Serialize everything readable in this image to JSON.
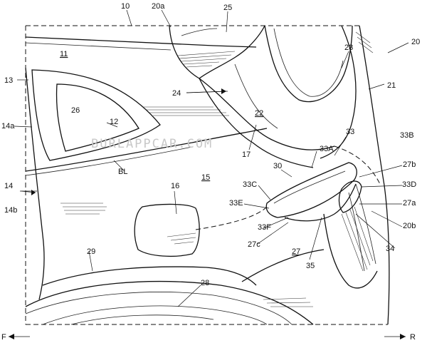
{
  "labels": {
    "n10": "10",
    "n20a": "20a",
    "n25": "25",
    "n20": "20",
    "n11": "11",
    "n23": "23",
    "n13": "13",
    "n21": "21",
    "n24": "24",
    "n26": "26",
    "n22": "22",
    "n12": "12",
    "n14a": "14a",
    "n33": "33",
    "n33B": "33B",
    "n17": "17",
    "n33A": "33A",
    "nBL": "BL",
    "n30": "30",
    "n27b": "27b",
    "n14": "14",
    "n15": "15",
    "n33C": "33C",
    "n33D": "33D",
    "n16": "16",
    "n33E": "33E",
    "n27a": "27a",
    "n14b": "14b",
    "n33F": "33F",
    "n20b": "20b",
    "n27c": "27c",
    "n34": "34",
    "n29": "29",
    "n27": "27",
    "n35": "35",
    "n28": "28"
  },
  "watermark": "BURLAPPCAR.COM",
  "direction": {
    "front": "F",
    "rear": "R"
  }
}
